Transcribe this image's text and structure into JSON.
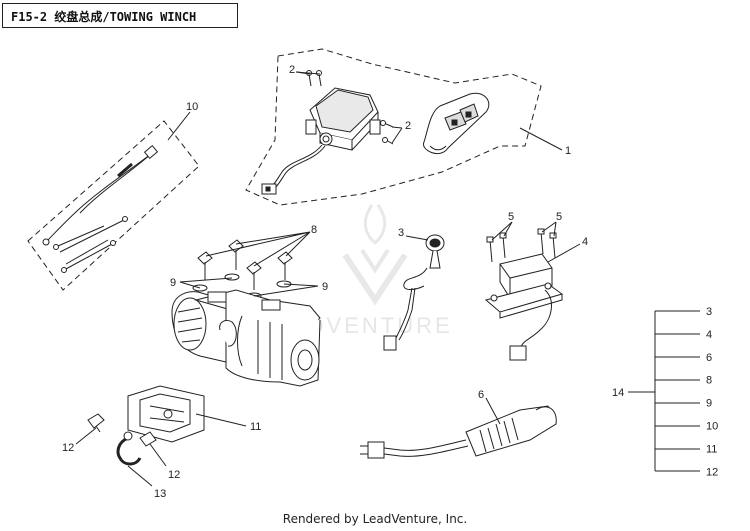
{
  "header": {
    "title": "F15-2 绞盘总成/TOWING WINCH"
  },
  "watermark": {
    "text": "ADVENTURE"
  },
  "footer": {
    "credit": "Rendered by LeadVenture, Inc."
  },
  "callouts": {
    "c1": "1",
    "c2a": "2",
    "c2b": "2",
    "c3": "3",
    "c4": "4",
    "c5a": "5",
    "c5b": "5",
    "c6": "6",
    "c8": "8",
    "c9a": "9",
    "c9b": "9",
    "c10": "10",
    "c11": "11",
    "c12a": "12",
    "c12b": "12",
    "c13": "13",
    "c14": "14"
  },
  "kit_list": {
    "label": "14",
    "items": [
      "3",
      "4",
      "6",
      "8",
      "9",
      "10",
      "11",
      "12"
    ]
  },
  "colors": {
    "line": "#222222",
    "watermark": "#e6e6e6"
  }
}
